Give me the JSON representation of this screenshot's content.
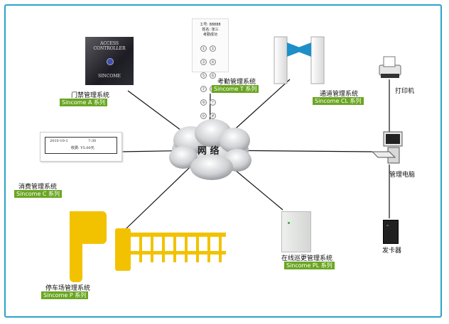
{
  "center": {
    "label": "网  络"
  },
  "nodes": {
    "access": {
      "name": "门禁管理系统",
      "series": "Sincome A 系列"
    },
    "attendance": {
      "name": "考勤管理系统",
      "series": "Sincome T 系列"
    },
    "channel": {
      "name": "通道管理系统",
      "series": "Sincome CL 系列"
    },
    "consume": {
      "name": "消费管理系统",
      "series": "Sincome C 系列"
    },
    "parking": {
      "name": "停车场管理系统",
      "series": "Sincome P 系列"
    },
    "patrol": {
      "name": "在线巡更管理系统",
      "series": "Sincome PL 系列"
    },
    "printer": {
      "name": "打印机"
    },
    "computer": {
      "name": "管理电脑"
    },
    "card_issuer": {
      "name": "发卡器"
    }
  },
  "devices": {
    "access_controller": {
      "line1": "ACCESS",
      "line2": "CONTROLLER",
      "brand": "SINCOME"
    },
    "attendance_terminal": {
      "id_line": "工号: 88888",
      "name_line": "姓名: 张三",
      "status_line": "考勤成功",
      "keys": [
        "1",
        "2",
        "3",
        "4",
        "5",
        "6",
        "7",
        "8",
        "9",
        "*",
        "0",
        "#"
      ]
    },
    "pos_terminal": {
      "date": "2010-10-1",
      "time": "7:30",
      "amount": "收费: Y5.00元"
    }
  },
  "colors": {
    "frame": "#2aa3c8",
    "tag": "#6aa622",
    "gate_arrow": "#1d8fc9",
    "barrier": "#f2c200"
  }
}
